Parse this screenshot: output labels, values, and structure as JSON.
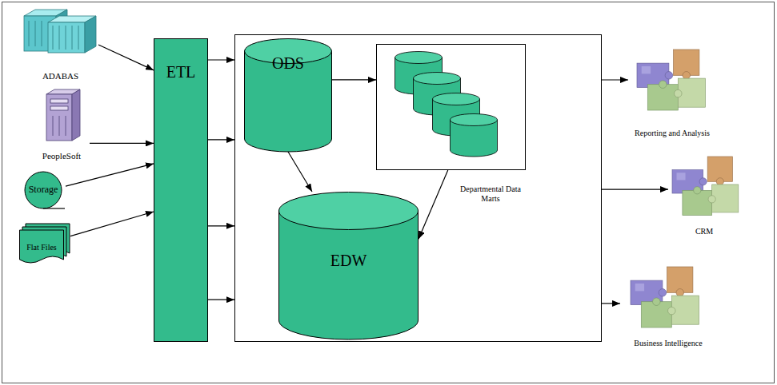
{
  "diagram": {
    "nodes": [
      {
        "text": [
          "ADABAS"
        ]
      },
      {
        "text": [
          "PeopleSoft"
        ]
      },
      {
        "text": [
          "Storage"
        ]
      },
      {
        "text": [
          "Flat Files"
        ]
      },
      {
        "text": [
          "ETL"
        ]
      },
      {
        "text": []
      },
      {
        "text": [
          "ODS"
        ],
        "in": 5
      },
      {
        "text": [
          "Departmental Data Marts"
        ],
        "in": 5
      },
      {
        "text": [
          "EDW"
        ],
        "in": 5
      },
      {
        "text": [
          "Reporting and Analysis"
        ]
      },
      {
        "text": [
          "CRM"
        ]
      },
      {
        "text": [
          "Business Intelligence"
        ]
      }
    ],
    "edges": [
      {
        "from": 0,
        "to": 4,
        "arrow": "to"
      },
      {
        "from": 1,
        "to": 4,
        "arrow": "to"
      },
      {
        "from": 2,
        "to": 4,
        "arrow": "to"
      },
      {
        "from": 3,
        "to": 4,
        "arrow": "to"
      },
      {
        "from": 4,
        "to": 5,
        "arrow": "to"
      },
      {
        "from": 4,
        "to": 5,
        "arrow": "to"
      },
      {
        "from": 4,
        "to": 5,
        "arrow": "to"
      },
      {
        "from": 4,
        "to": 5,
        "arrow": "to"
      },
      {
        "from": 6,
        "to": 7,
        "arrow": "to"
      },
      {
        "from": 6,
        "to": 8,
        "arrow": "to"
      },
      {
        "from": 7,
        "to": 8,
        "arrow": "to"
      },
      {
        "from": 5,
        "to": 9,
        "arrow": "to"
      },
      {
        "from": 5,
        "to": 10,
        "arrow": "to"
      },
      {
        "from": 5,
        "to": 11,
        "arrow": "to"
      }
    ]
  }
}
